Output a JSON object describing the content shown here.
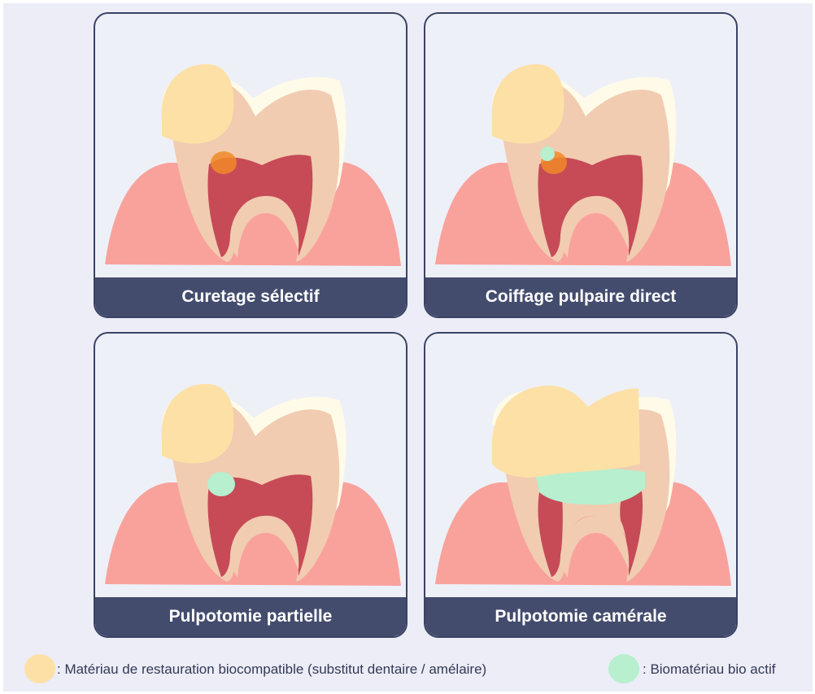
{
  "panels": [
    {
      "title": "Curetage sélectif",
      "variant": "selective-curettage"
    },
    {
      "title": "Coiffage pulpaire direct",
      "variant": "direct-pulp-capping"
    },
    {
      "title": "Pulpotomie partielle",
      "variant": "partial-pulpotomy"
    },
    {
      "title": "Pulpotomie camérale",
      "variant": "coronal-pulpotomy"
    }
  ],
  "legend": [
    {
      "label": ": Matériau de restauration biocompatible (substitut dentaire / amélaire)",
      "color": "#fde0a6"
    },
    {
      "label": ": Biomatériau bio actif",
      "color": "#b7efcf"
    }
  ],
  "colors": {
    "background": "#ecedf7",
    "border": "#3b4364",
    "caption": "#444c6e",
    "gum": "#f9a29c",
    "dentin": "#f1ccb1",
    "enamel": "#fffbe8",
    "pulp": "#c64b57",
    "restoration": "#fde0a6",
    "bioactive": "#b7efcf",
    "caries": "#f08a28"
  }
}
